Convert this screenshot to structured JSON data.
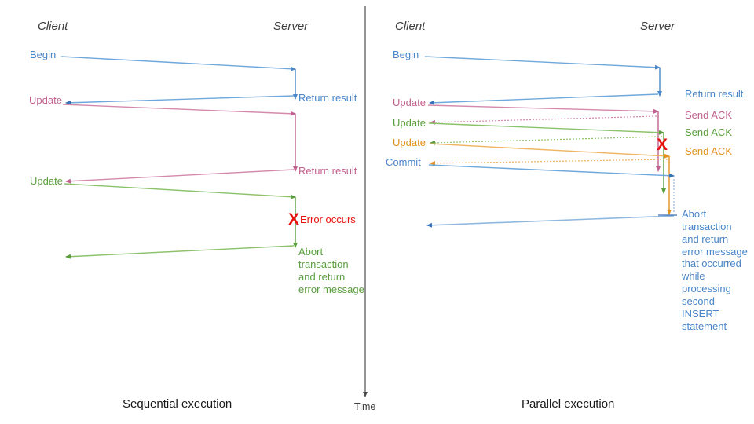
{
  "diagram": {
    "title_left": "Sequential execution",
    "title_right": "Parallel execution",
    "time_axis_label": "Time",
    "colors": {
      "blue": "#4a86c8",
      "blue_dark": "#3a72b8",
      "pink": "#c2618f",
      "pink_light": "#d489ad",
      "green": "#5a9e3d",
      "green_light": "#8cc26a",
      "orange": "#e2921f",
      "orange_light": "#f0b463",
      "red": "#e8120e",
      "text_dark": "#3c3c3c",
      "axis": "#4d4d4d"
    }
  },
  "left_panel": {
    "actors": {
      "client": "Client",
      "server": "Server"
    },
    "caption": "Sequential execution",
    "client_messages": [
      {
        "id": "begin",
        "label": "Begin",
        "color": "#4a86c8"
      },
      {
        "id": "update1",
        "label": "Update",
        "color": "#c2618f"
      },
      {
        "id": "update2",
        "label": "Update",
        "color": "#5a9e3d"
      }
    ],
    "server_messages": [
      {
        "id": "return1",
        "label": "Return result",
        "color": "#4a86c8"
      },
      {
        "id": "return2",
        "label": "Return result",
        "color": "#c2618f"
      },
      {
        "id": "error",
        "label": "Error occurs",
        "color": "#e8120e"
      },
      {
        "id": "abort",
        "label": "Abort transaction and return error message",
        "color": "#5a9e3d"
      }
    ],
    "error_marker": "X"
  },
  "right_panel": {
    "actors": {
      "client": "Client",
      "server": "Server"
    },
    "caption": "Parallel execution",
    "client_messages": [
      {
        "id": "begin",
        "label": "Begin",
        "color": "#4a86c8"
      },
      {
        "id": "update1",
        "label": "Update",
        "color": "#c2618f"
      },
      {
        "id": "update2",
        "label": "Update",
        "color": "#5a9e3d"
      },
      {
        "id": "update3",
        "label": "Update",
        "color": "#e2921f"
      },
      {
        "id": "commit",
        "label": "Commit",
        "color": "#4a86c8"
      }
    ],
    "server_messages": [
      {
        "id": "return1",
        "label": "Return result",
        "color": "#4a86c8"
      },
      {
        "id": "ack1",
        "label": "Send ACK",
        "color": "#c2618f"
      },
      {
        "id": "ack2",
        "label": "Send ACK",
        "color": "#5a9e3d"
      },
      {
        "id": "ack3",
        "label": "Send ACK",
        "color": "#e2921f"
      },
      {
        "id": "abort",
        "label": "Abort transaction and return error message that occurred while processing second INSERT statement",
        "color": "#4a86c8"
      }
    ],
    "error_marker": "X"
  }
}
